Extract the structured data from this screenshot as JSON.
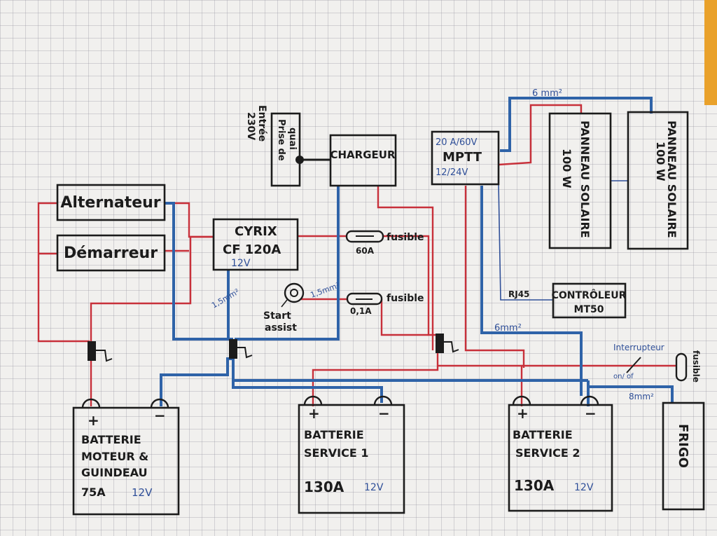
{
  "components": {
    "alternateur": "Alternateur",
    "demarreur": "Démarreur",
    "cyrix_line1": "CYRIX",
    "cyrix_line2": "CF 120A",
    "cyrix_voltage": "12V",
    "chargeur": "CHARGEUR",
    "prise_line1": "Prise de",
    "prise_line2": "quai",
    "entree_line1": "Entrée",
    "entree_line2": "230V",
    "mppt_rating": "20 A/60V",
    "mppt_name": "MPTT",
    "mppt_voltage": "12/24V",
    "panel1_line1": "PANNEAU SOLAIRE",
    "panel1_line2": "100 W",
    "panel2_line1": "PANNEAU SOLAIRE",
    "panel2_line2": "100 W",
    "controleur_line1": "CONTRÔLEUR",
    "controleur_line2": "MT50",
    "frigo": "FRIGO"
  },
  "labels": {
    "fusible_60a": "fusible",
    "fusible_60a_value": "60A",
    "fusible_01a": "fusible",
    "fusible_01a_value": "0,1A",
    "start_assist_line1": "Start",
    "start_assist_line2": "assist",
    "section_15_left": "1,5mm²",
    "section_15_right": "1,5mm²",
    "section_6_top": "6 mm²",
    "section_6_mid": "6mm²",
    "section_8": "8mm²",
    "rj45": "RJ45",
    "interrupteur": "Interrupteur",
    "onoff": "on/ of",
    "fusible_frigo": "fusible"
  },
  "batteries": [
    {
      "plus": "+",
      "minus": "−",
      "line1": "BATTERIE",
      "line2": "MOTEUR &",
      "line3": "GUINDEAU",
      "capacity": "75A",
      "voltage": "12V"
    },
    {
      "plus": "+",
      "minus": "−",
      "line1": "BATTERIE",
      "line2": "SERVICE 1",
      "capacity": "130A",
      "voltage": "12V"
    },
    {
      "plus": "+",
      "minus": "−",
      "line1": "BATTERIE",
      "line2": "SERVICE 2",
      "capacity": "130A",
      "voltage": "12V"
    }
  ],
  "colors": {
    "positive_wire": "#c8303a",
    "negative_wire": "#2f63a8",
    "ink": "#1c1c1c",
    "paper": "#f1f0ee"
  }
}
